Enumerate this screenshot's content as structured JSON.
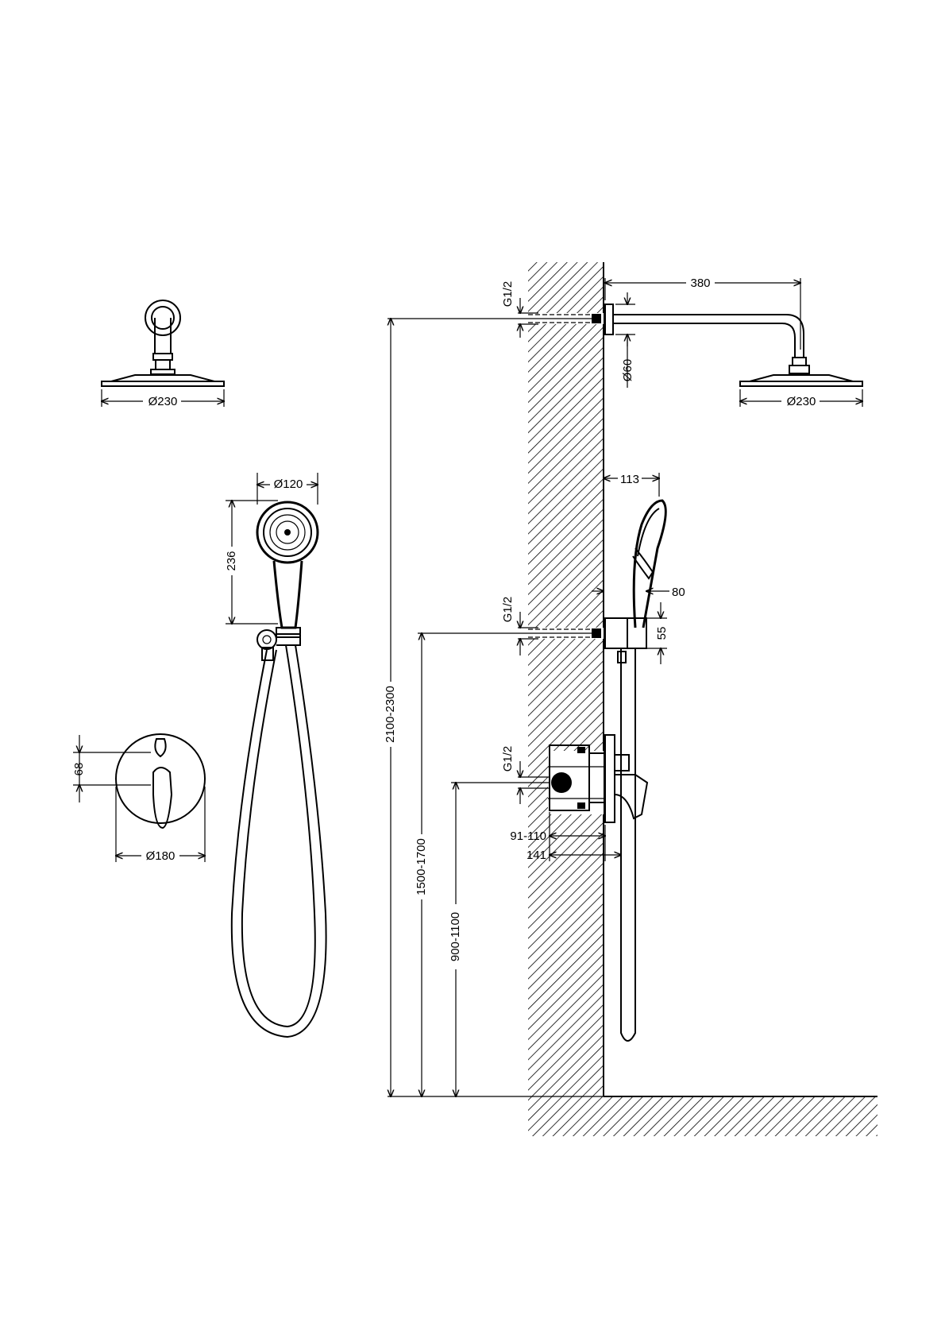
{
  "dimensions": {
    "overhead_diameter_front": "Ø230",
    "overhead_diameter_side": "Ø230",
    "hand_shower_diameter": "Ø120",
    "hand_shower_length": "236",
    "handle_offset": "68",
    "valve_plate_diameter": "Ø180",
    "arm_projection": "380",
    "flange_diameter": "Ø60",
    "hand_shower_projection": "113",
    "bracket_depth": "80",
    "bracket_height": "55",
    "thread_top": "G1/2",
    "thread_middle": "G1/2",
    "thread_bottom": "G1/2",
    "valve_embed_depth": "91-110",
    "valve_total_depth": "141",
    "overhead_height": "2100-2300",
    "outlet_height": "1500-1700",
    "valve_height": "900-1100"
  },
  "colors": {
    "line": "#000000",
    "background": "#ffffff"
  }
}
